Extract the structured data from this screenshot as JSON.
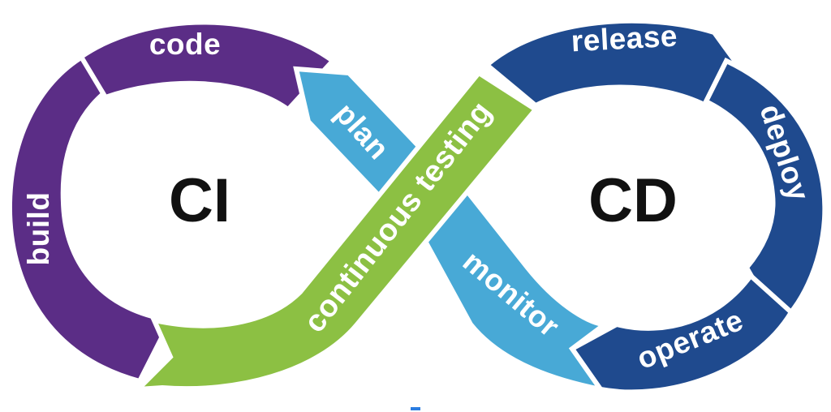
{
  "diagram": {
    "left_label": "CI",
    "right_label": "CD",
    "stages": {
      "build": "build",
      "code": "code",
      "plan": "plan",
      "release": "release",
      "deploy": "deploy",
      "operate": "operate",
      "monitor": "monitor"
    },
    "testing_label": "continuous testing"
  },
  "colors": {
    "ci_purple": "#5b2d86",
    "cd_navy": "#1f4a8e",
    "plan_blue": "#48a9d6",
    "testing_green": "#8cc043",
    "outline": "#ffffff",
    "core_text": "#111111"
  }
}
